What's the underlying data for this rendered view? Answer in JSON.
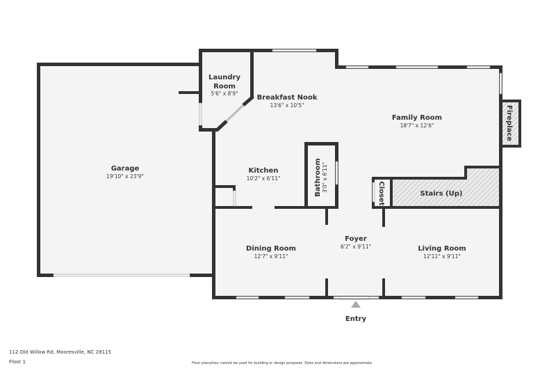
{
  "address": "112 Old Willow Rd, Mooresville, NC 28115",
  "floor": "Floor 1",
  "disclaimer": "Floor plans/tour cannot be used for building or design purposes. Sizes and dimensions are approximate.",
  "entry_label": "Entry",
  "colors": {
    "wall": "#333333",
    "floor": "#f4f4f4",
    "hatch": "#999999"
  },
  "rooms": {
    "garage": {
      "name": "Garage",
      "dims": "19'10\" x 23'9\""
    },
    "laundry": {
      "name1": "Laundry",
      "name2": "Room",
      "dims": "5'6\" x 8'9\""
    },
    "breakfast": {
      "name": "Breakfast Nook",
      "dims": "13'6\" x 10'5\""
    },
    "family": {
      "name": "Family Room",
      "dims": "18'7\" x 12'6\""
    },
    "kitchen": {
      "name": "Kitchen",
      "dims": "10'2\" x 6'11\""
    },
    "bathroom": {
      "name": "Bathroom",
      "dims": "3'0\" x 6'11\""
    },
    "closet": {
      "name": "Closet"
    },
    "stairs": {
      "name": "Stairs (Up)"
    },
    "fireplace": {
      "name": "Fireplace"
    },
    "dining": {
      "name": "Dining Room",
      "dims": "12'7\" x 9'11\""
    },
    "foyer": {
      "name": "Foyer",
      "dims": "6'2\" x 9'11\""
    },
    "living": {
      "name": "Living Room",
      "dims": "12'11\" x 9'11\""
    }
  }
}
